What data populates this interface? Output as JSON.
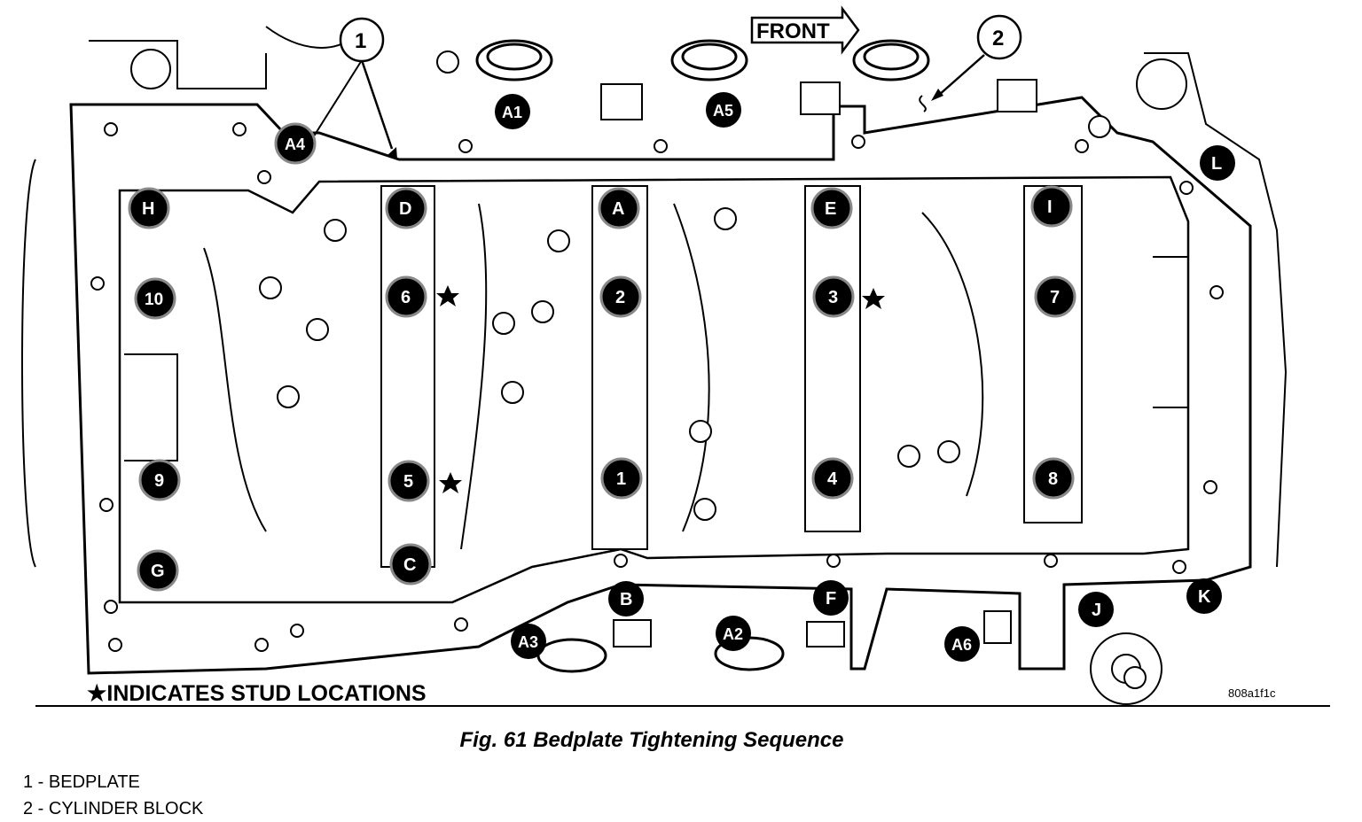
{
  "diagram": {
    "front_label": "FRONT",
    "stud_note": "★INDICATES STUD LOCATIONS",
    "ref_code": "808a1f1c",
    "callouts": [
      "1",
      "2"
    ],
    "bolts": {
      "A1": "A1",
      "A2": "A2",
      "A3": "A3",
      "A4": "A4",
      "A5": "A5",
      "A6": "A6",
      "A": "A",
      "B": "B",
      "C": "C",
      "D": "D",
      "E": "E",
      "F": "F",
      "G": "G",
      "H": "H",
      "I": "I",
      "J": "J",
      "K": "K",
      "L": "L",
      "n1": "1",
      "n2": "2",
      "n3": "3",
      "n4": "4",
      "n5": "5",
      "n6": "6",
      "n7": "7",
      "n8": "8",
      "n9": "9",
      "n10": "10"
    }
  },
  "caption": "Fig. 61 Bedplate Tightening Sequence",
  "legend": [
    "1 - BEDPLATE",
    "2 - CYLINDER BLOCK"
  ]
}
